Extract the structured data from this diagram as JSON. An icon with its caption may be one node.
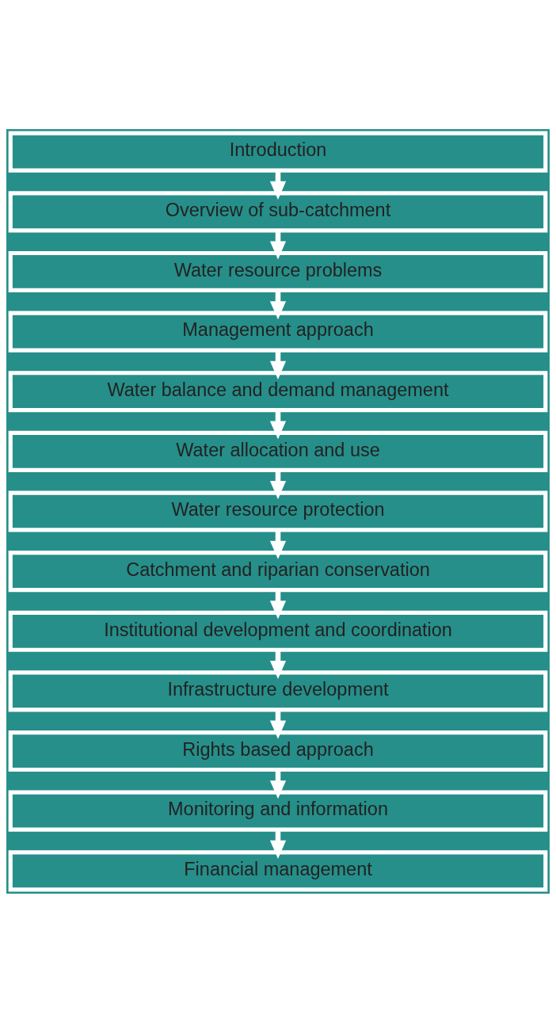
{
  "diagram": {
    "nodes": [
      {
        "text": [
          "Introduction"
        ]
      },
      {
        "text": [
          "Overview of sub-catchment"
        ]
      },
      {
        "text": [
          "Water resource problems"
        ]
      },
      {
        "text": [
          "Management approach"
        ]
      },
      {
        "text": [
          "Water balance and demand management"
        ]
      },
      {
        "text": [
          "Water allocation and use"
        ]
      },
      {
        "text": [
          "Water resource protection"
        ]
      },
      {
        "text": [
          "Catchment and riparian conservation"
        ]
      },
      {
        "text": [
          "Institutional development and coordination"
        ]
      },
      {
        "text": [
          "Infrastructure development"
        ]
      },
      {
        "text": [
          "Rights based approach"
        ]
      },
      {
        "text": [
          "Monitoring and information"
        ]
      },
      {
        "text": [
          "Financial management"
        ]
      }
    ],
    "edges": [
      {
        "from": 0,
        "to": 1,
        "arrow": "to"
      },
      {
        "from": 1,
        "to": 2,
        "arrow": "to"
      },
      {
        "from": 2,
        "to": 3,
        "arrow": "to"
      },
      {
        "from": 3,
        "to": 4,
        "arrow": "to"
      },
      {
        "from": 4,
        "to": 5,
        "arrow": "to"
      },
      {
        "from": 5,
        "to": 6,
        "arrow": "to"
      },
      {
        "from": 6,
        "to": 7,
        "arrow": "to"
      },
      {
        "from": 7,
        "to": 8,
        "arrow": "to"
      },
      {
        "from": 8,
        "to": 9,
        "arrow": "to"
      },
      {
        "from": 9,
        "to": 10,
        "arrow": "to"
      },
      {
        "from": 10,
        "to": 11,
        "arrow": "to"
      },
      {
        "from": 11,
        "to": 12,
        "arrow": "to"
      }
    ]
  }
}
